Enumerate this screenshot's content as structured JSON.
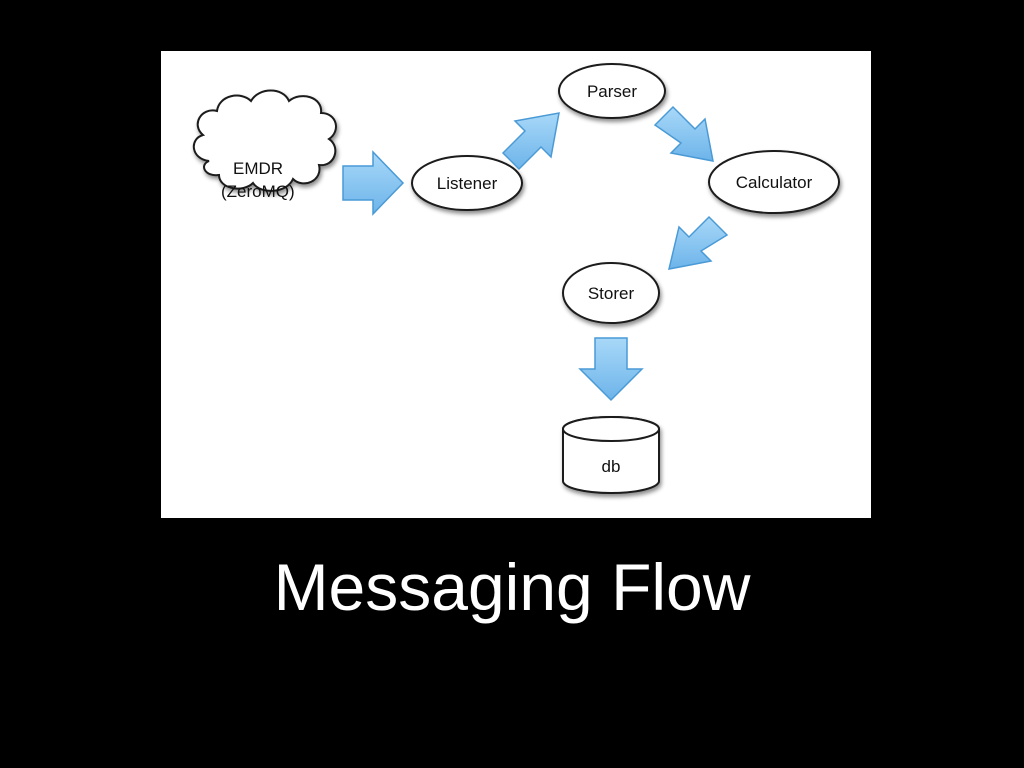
{
  "slide": {
    "title": "Messaging Flow"
  },
  "diagram": {
    "nodes": {
      "source": {
        "line1": "EMDR",
        "line2": "(ZeroMQ)",
        "shape": "cloud"
      },
      "listener": {
        "label": "Listener",
        "shape": "ellipse"
      },
      "parser": {
        "label": "Parser",
        "shape": "ellipse"
      },
      "calculator": {
        "label": "Calculator",
        "shape": "ellipse"
      },
      "storer": {
        "label": "Storer",
        "shape": "ellipse"
      },
      "database": {
        "label": "db",
        "shape": "cylinder"
      }
    },
    "arrows": [
      {
        "from": "EMDR (ZeroMQ)",
        "to": "Listener"
      },
      {
        "from": "Listener",
        "to": "Parser"
      },
      {
        "from": "Parser",
        "to": "Calculator"
      },
      {
        "from": "Calculator",
        "to": "Storer"
      },
      {
        "from": "Storer",
        "to": "db"
      }
    ],
    "colors": {
      "arrow_fill": "#8cc8f2",
      "arrow_stroke": "#4a9ad6",
      "node_fill": "#ffffff",
      "node_stroke": "#1a1a1a",
      "background": "#ffffff"
    }
  }
}
